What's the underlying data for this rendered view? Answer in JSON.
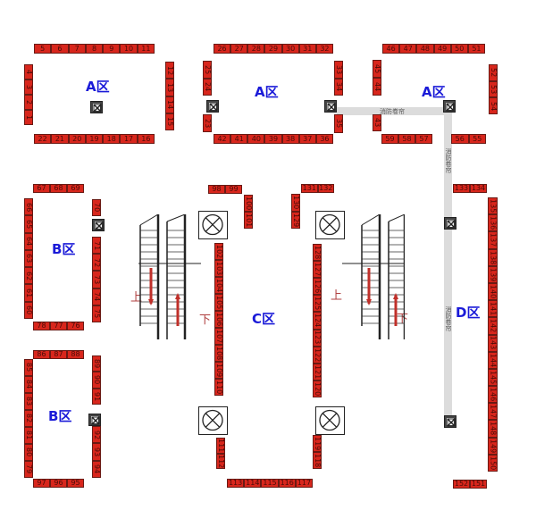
{
  "zones": {
    "a1": "A区",
    "a2": "A区",
    "a3": "A区",
    "b1": "B区",
    "b2": "B区",
    "c": "C区",
    "d": "D区"
  },
  "fire_curtain_label": "消防卷帘",
  "escalator": {
    "up": "上",
    "down": "下"
  },
  "stalls": {
    "a1_top": [
      "5",
      "6",
      "7",
      "8",
      "9",
      "10",
      "11"
    ],
    "a1_left": [
      "4",
      "3",
      "2",
      "1"
    ],
    "a1_right": [
      "12",
      "13",
      "14",
      "15"
    ],
    "a1_bottom": [
      "22",
      "21",
      "20",
      "19",
      "18",
      "17",
      "16"
    ],
    "a2_top": [
      "26",
      "27",
      "28",
      "29",
      "30",
      "31",
      "32"
    ],
    "a2_left_upper": [
      "25",
      "24"
    ],
    "a2_left_lower": [
      "23"
    ],
    "a2_right_upper": [
      "33",
      "34"
    ],
    "a2_right_lower": [
      "35"
    ],
    "a2_bottom": [
      "42",
      "41",
      "40",
      "39",
      "38",
      "37",
      "36"
    ],
    "a3_top": [
      "46",
      "47",
      "48",
      "49",
      "50",
      "51"
    ],
    "a3_left_upper": [
      "45",
      "44"
    ],
    "a3_left_lower": [
      "43"
    ],
    "a3_right": [
      "52",
      "53",
      "54"
    ],
    "a3_bottom_left": [
      "59",
      "58",
      "57"
    ],
    "a3_bottom_right": [
      "56",
      "55"
    ],
    "b1_top": [
      "67",
      "68",
      "69"
    ],
    "b1_left": [
      "66",
      "65",
      "64",
      "63",
      "62",
      "61",
      "60"
    ],
    "b1_right_upper": [
      "70"
    ],
    "b1_right_lower": [
      "71",
      "72",
      "73",
      "74",
      "75"
    ],
    "b1_bottom": [
      "78",
      "77",
      "76"
    ],
    "b2_top": [
      "86",
      "87",
      "88"
    ],
    "b2_left": [
      "85",
      "84",
      "83",
      "82",
      "81",
      "80",
      "79"
    ],
    "b2_right_upper": [
      "89",
      "90",
      "91"
    ],
    "b2_right_lower": [
      "92",
      "93",
      "94"
    ],
    "b2_bottom": [
      "97",
      "96",
      "95"
    ],
    "c_top_left": [
      "98",
      "99"
    ],
    "c_left_upper": [
      "100",
      "101"
    ],
    "c_left_main": [
      "102",
      "103",
      "104",
      "105",
      "106",
      "107",
      "108",
      "109",
      "110"
    ],
    "c_left_lower": [
      "111",
      "112"
    ],
    "c_bottom": [
      "113",
      "114",
      "115",
      "116",
      "117"
    ],
    "c_right_lower": [
      "119",
      "118"
    ],
    "c_right_main": [
      "128",
      "127",
      "126",
      "125",
      "124",
      "123",
      "122",
      "121",
      "120"
    ],
    "c_right_upper": [
      "130",
      "129"
    ],
    "c_top_right": [
      "131",
      "132"
    ],
    "d_top": [
      "133",
      "134"
    ],
    "d_right": [
      "135",
      "136",
      "137",
      "138",
      "139",
      "140",
      "141",
      "142",
      "143",
      "144",
      "145",
      "146",
      "147",
      "148",
      "149",
      "150"
    ],
    "d_bottom": [
      "152",
      "151"
    ]
  }
}
